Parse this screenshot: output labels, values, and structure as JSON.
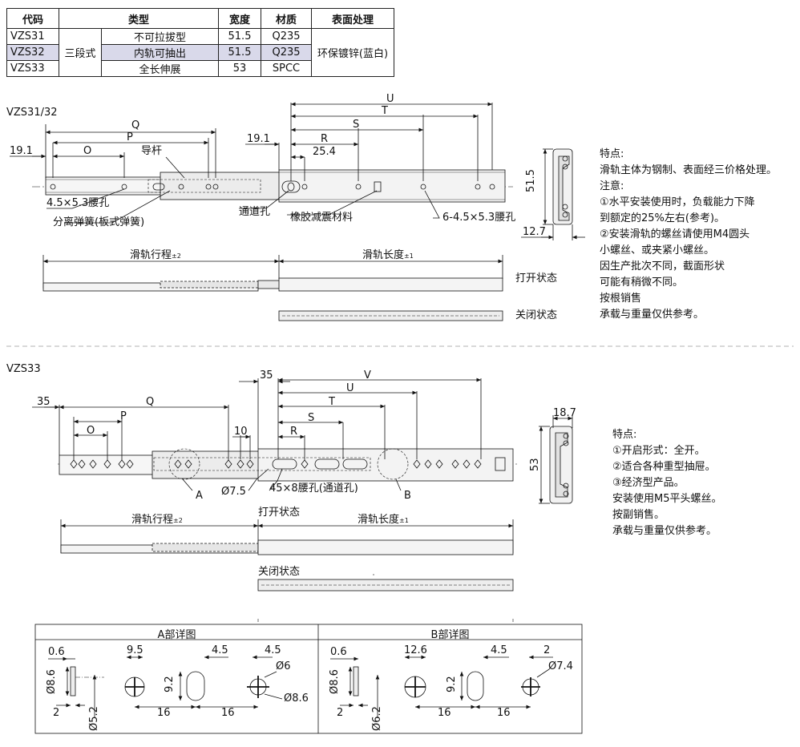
{
  "table": {
    "headers": [
      "代码",
      "类型",
      "宽度",
      "材质",
      "表面处理"
    ],
    "rows": [
      {
        "code": "VZS31",
        "subtype": "不可拉拔型",
        "width": "51.5",
        "material": "Q235"
      },
      {
        "code": "VZS32",
        "subtype": "内轨可抽出",
        "width": "51.5",
        "material": "Q235"
      },
      {
        "code": "VZS33",
        "subtype": "全长伸展",
        "width": "53",
        "material": "SPCC"
      }
    ],
    "type_group": "三段式",
    "surface": "环保镀锌(蓝白)"
  },
  "section1": {
    "title": "VZS31/32",
    "dims": {
      "U": "U",
      "T": "T",
      "S": "S",
      "R": "R",
      "Q": "Q",
      "P": "P",
      "O": "O",
      "d191a": "19.1",
      "d191b": "19.1",
      "d254": "25.4",
      "d515": "51.5",
      "d127": "12.7"
    },
    "labels": {
      "guide_rod": "导杆",
      "slot_small": "4.5×5.3腰孔",
      "separation_spring": "分离弹簧(板式弹簧)",
      "pass_hole": "通道孔",
      "rubber": "橡胶减震材料",
      "slots6": "6-4.5×5.3腰孔",
      "travel": "滑轨行程",
      "travel_tol": "±2",
      "length": "滑轨长度",
      "length_tol": "±1",
      "open_state": "打开状态",
      "closed_state": "关闭状态"
    },
    "notes": [
      "特点:",
      "滑轨主体为钢制、表面经三价格处理。",
      "注意:",
      "①水平安装使用时，负载能力下降",
      "到额定的25%左右(参考)。",
      "②安装滑轨的螺丝请使用M4圆头",
      "小螺丝、或夹紧小螺丝。",
      "因生产批次不同，截面形状",
      "可能有稍微不同。",
      "按根销售",
      "承载与重量仅供参考。"
    ]
  },
  "section2": {
    "title": "VZS33",
    "dims": {
      "V": "V",
      "U": "U",
      "T": "T",
      "S": "S",
      "R": "R",
      "Q": "Q",
      "P": "P",
      "O": "O",
      "d35a": "35",
      "d35b": "35",
      "d10": "10",
      "d187": "18.7",
      "d53": "53"
    },
    "labels": {
      "A": "A",
      "B": "B",
      "d75": "Ø7.5",
      "slot45": "45×8腰孔(通道孔)",
      "travel": "滑轨行程",
      "travel_tol": "±2",
      "length": "滑轨长度",
      "length_tol": "±1",
      "open_state": "打开状态",
      "closed_state": "关闭状态"
    },
    "notes": [
      "特点:",
      "①开启形式：全开。",
      "②适合各种重型抽屉。",
      "③经济型产品。",
      "安装使用M5平头螺丝。",
      "按副销售。",
      "承载与重量仅供参考。"
    ]
  },
  "detailA": {
    "title": "A部详图",
    "dims": {
      "d06": "0.6",
      "d86": "Ø8.6",
      "d2": "2",
      "d52": "Ø5.2",
      "d95": "9.5",
      "d92": "9.2",
      "d45a": "4.5",
      "d45b": "4.5",
      "d6": "Ø6",
      "d86b": "Ø8.6",
      "d16a": "16",
      "d16b": "16"
    }
  },
  "detailB": {
    "title": "B部详图",
    "dims": {
      "d06": "0.6",
      "d86": "Ø8.6",
      "d2": "2",
      "d62": "Ø6.2",
      "d126": "12.6",
      "d92": "9.2",
      "d45": "4.5",
      "d2b": "2",
      "d74": "Ø7.4",
      "d16a": "16",
      "d16b": "16"
    }
  }
}
